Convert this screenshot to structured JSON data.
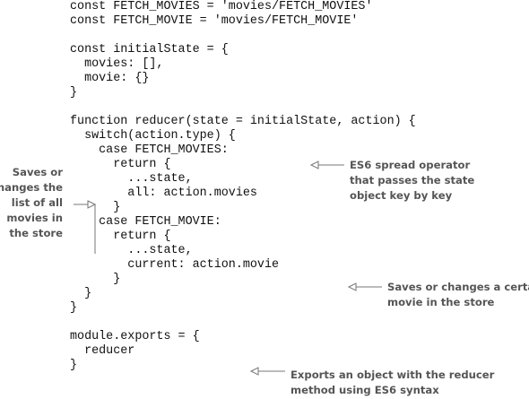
{
  "code": {
    "lines": [
      "const FETCH_MOVIES = 'movies/FETCH_MOVIES'",
      "const FETCH_MOVIE = 'movies/FETCH_MOVIE'",
      "",
      "const initialState = {",
      "  movies: [],",
      "  movie: {}",
      "}",
      "",
      "function reducer(state = initialState, action) {",
      "  switch(action.type) {",
      "    case FETCH_MOVIES:",
      "      return {",
      "        ...state,",
      "        all: action.movies",
      "      }",
      "    case FETCH_MOVIE:",
      "      return {",
      "        ...state,",
      "        current: action.movie",
      "      }",
      "  }",
      "}",
      "",
      "module.exports = {",
      "  reducer",
      "}"
    ]
  },
  "annotations": {
    "saves_list": [
      "Saves or",
      "changes the",
      "list of all",
      "movies in",
      "the store"
    ],
    "spread": [
      "ES6 spread operator",
      "that passes the state",
      "object key by key"
    ],
    "saves_movie": [
      "Saves or changes a certain",
      "movie in the store"
    ],
    "exports": [
      "Exports an object with the reducer",
      "method using ES6 syntax"
    ]
  },
  "colors": {
    "code_text": "#111111",
    "annotation_text": "#555555",
    "annotation_line": "#777777"
  }
}
